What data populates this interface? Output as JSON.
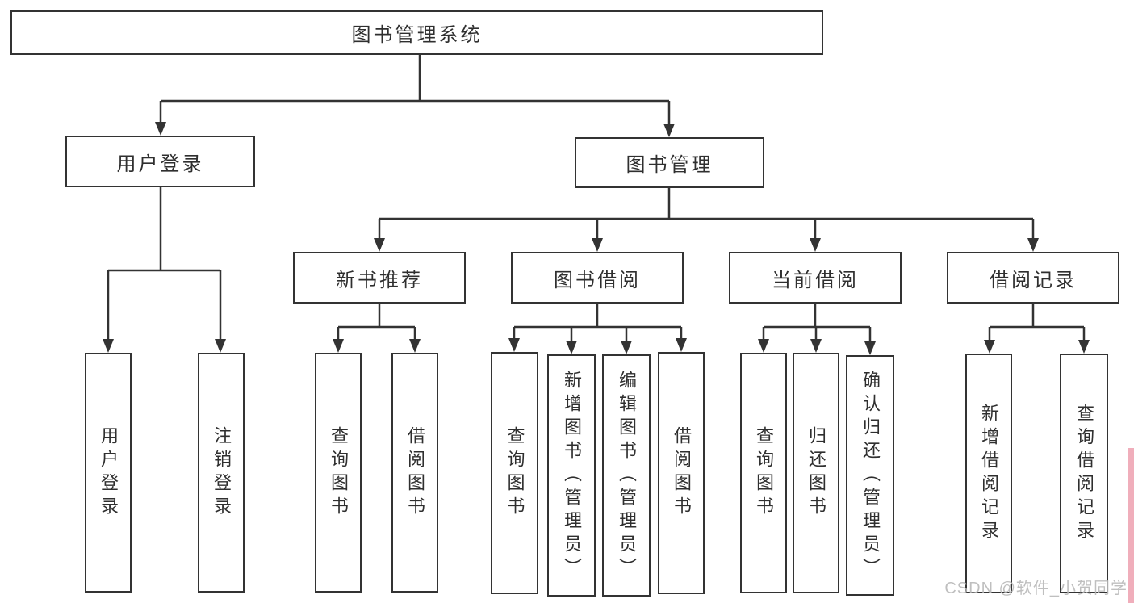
{
  "diagram": {
    "title_node": "图书管理系统",
    "level2": {
      "user_login": "用户登录",
      "book_management": "图书管理"
    },
    "level3": {
      "new_book_recommend": "新书推荐",
      "book_borrowing": "图书借阅",
      "current_borrowing": "当前借阅",
      "borrowing_records": "借阅记录"
    },
    "leaves": {
      "user_login": [
        "用户登录",
        "注销登录"
      ],
      "new_book_recommend": [
        "查询图书",
        "借阅图书"
      ],
      "book_borrowing": [
        "查询图书",
        "新增图书（管理员）",
        "编辑图书（管理员）",
        "借阅图书"
      ],
      "current_borrowing": [
        "查询图书",
        "归还图书",
        "确认归还（管理员）"
      ],
      "borrowing_records": [
        "新增借阅记录",
        "查询借阅记录"
      ]
    }
  },
  "watermark": "CSDN @软件_小贺同学",
  "colors": {
    "line": "#333333",
    "text": "#2f2f2f",
    "watermark": "#b9b9b9",
    "edge_strip": "#f0aebb",
    "background": "#ffffff"
  }
}
